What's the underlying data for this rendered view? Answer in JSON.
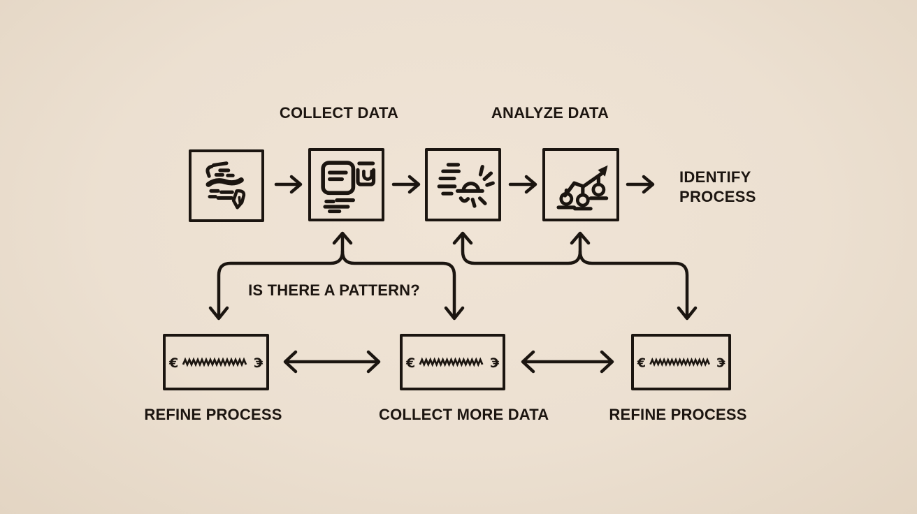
{
  "colors": {
    "background": "#ece0d1",
    "ink": "#1b1510"
  },
  "top_flow": {
    "collect_data_label": "COLLECT DATA",
    "analyze_data_label": "ANALYZE DATA",
    "identify_line1": "IDENTIFY",
    "identify_line2": "PROCESS",
    "boxes": [
      {
        "icon": "handwritten-notes-icon"
      },
      {
        "icon": "form-document-icon"
      },
      {
        "icon": "insight-sunrise-icon"
      },
      {
        "icon": "trend-chart-icon"
      }
    ]
  },
  "question_label": "IS THERE A PATTERN?",
  "bottom_flow": {
    "scribble_cap_glyph": "€",
    "boxes": [
      {
        "label": "REFINE PROCESS"
      },
      {
        "label": "COLLECT MORE DATA"
      },
      {
        "label": "REFINE PROCESS"
      }
    ]
  }
}
